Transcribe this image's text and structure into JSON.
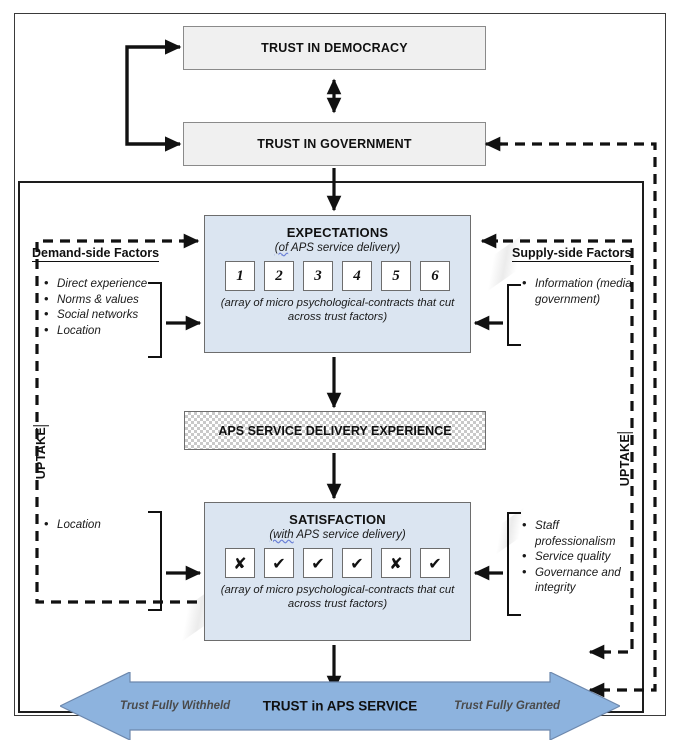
{
  "diagram": {
    "top_boxes": [
      {
        "label": "TRUST IN DEMOCRACY"
      },
      {
        "label": "TRUST IN GOVERNMENT"
      }
    ],
    "expectations": {
      "title": "EXPECTATIONS",
      "sub_lead": "(of",
      "sub_rest": " APS service delivery)",
      "cells": [
        "1",
        "2",
        "3",
        "4",
        "5",
        "6"
      ],
      "note_lead": "(array",
      "note_rest": " of micro psychological-contracts that cut across trust factors)"
    },
    "experience": {
      "label": "APS SERVICE DELIVERY EXPERIENCE"
    },
    "satisfaction": {
      "title": "SATISFACTION",
      "sub_lead": "(with",
      "sub_rest": " APS service delivery)",
      "cells": [
        "✘",
        "✔",
        "✔",
        "✔",
        "✘",
        "✔"
      ],
      "note_lead": "(array",
      "note_rest": " of micro psychological-contracts that cut across trust factors)"
    },
    "demand_side": {
      "heading": "Demand-side Factors",
      "items": [
        "Direct experience",
        "Norms & values",
        "Social networks",
        "Location"
      ],
      "lower_items": [
        "Location"
      ]
    },
    "supply_side": {
      "heading": "Supply-side Factors",
      "items": [
        "Information (media, government)"
      ],
      "lower_items": [
        "Staff professionalism",
        "Service quality",
        "Governance and integrity"
      ]
    },
    "uptake_left": "UPTAKE",
    "uptake_right": "UPTAKE",
    "trust_banner": {
      "center": "TRUST in APS SERVICE",
      "left": "Trust Fully Withheld",
      "right": "Trust Fully Granted"
    },
    "colors": {
      "panel_blue": "#dbe5f1",
      "banner_blue": "#8db3de",
      "grey_box": "#f0f0f0",
      "line": "#111111"
    }
  }
}
